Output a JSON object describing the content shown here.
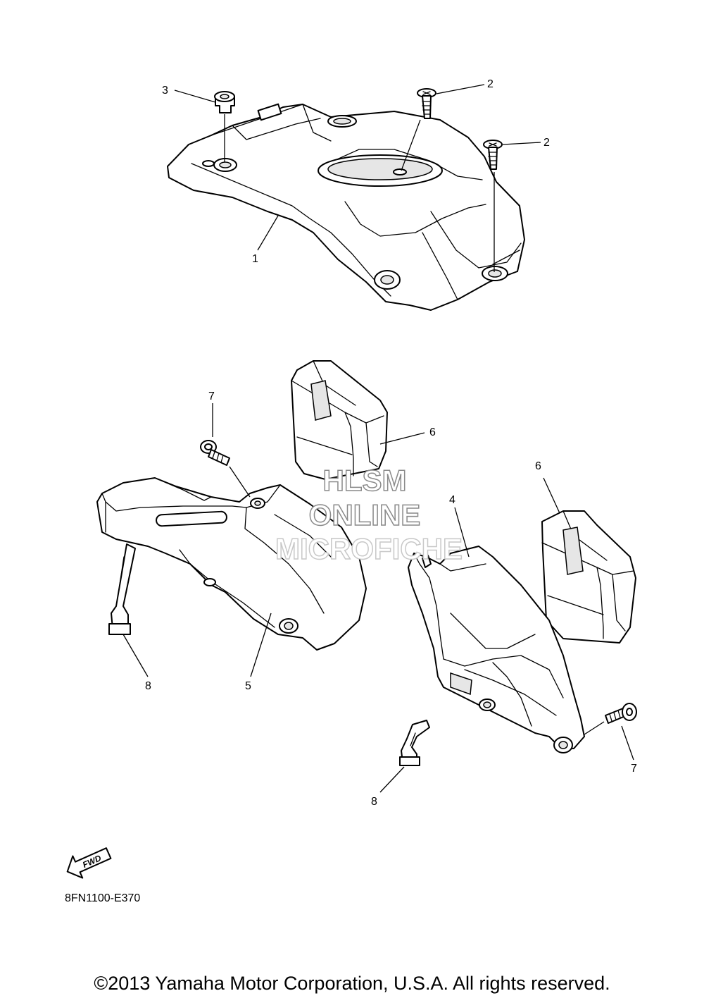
{
  "diagram": {
    "code": "8FN1100-E370",
    "copyright": "©2013 Yamaha Motor Corporation, U.S.A. All rights reserved.",
    "watermark": [
      "HLSM",
      "ONLINE",
      "MICROFICHE"
    ],
    "fwd_label": "FWD",
    "callouts": {
      "c1": "1",
      "c2a": "2",
      "c2b": "2",
      "c3": "3",
      "c4": "4",
      "c5": "5",
      "c6a": "6",
      "c6b": "6",
      "c7a": "7",
      "c7b": "7",
      "c8a": "8",
      "c8b": "8"
    }
  }
}
